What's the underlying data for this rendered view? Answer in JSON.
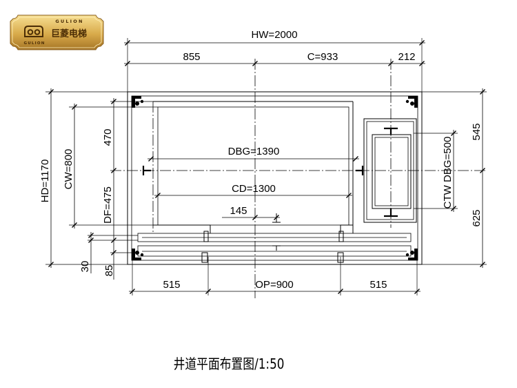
{
  "logo": {
    "top_text": "GULION",
    "brand": "巨菱电梯",
    "bottom_text": "GULION",
    "colors": {
      "gold_light": "#f7df93",
      "gold_mid": "#d8aa4a",
      "gold_dark": "#a67526",
      "text": "#4a2c05",
      "edge": "#8a5e1c"
    }
  },
  "drawing": {
    "top": {
      "overall": "HW=2000",
      "segments": [
        "855",
        "C=933",
        "212"
      ]
    },
    "left": {
      "overall": "HD=1170",
      "car_width": "CW=800",
      "upper": "470",
      "df": "DF=475",
      "sill_gap": "30",
      "sill": "85"
    },
    "right": {
      "upper": "545",
      "lower": "625",
      "counterweight_rails": "CTW DBG=500"
    },
    "inside": {
      "dbg": "DBG=1390",
      "cd": "CD=1300",
      "door_offset": "145"
    },
    "bottom": {
      "segments": [
        "515",
        "OP=900",
        "515"
      ]
    }
  },
  "caption": "井道平面布置图/1:50"
}
